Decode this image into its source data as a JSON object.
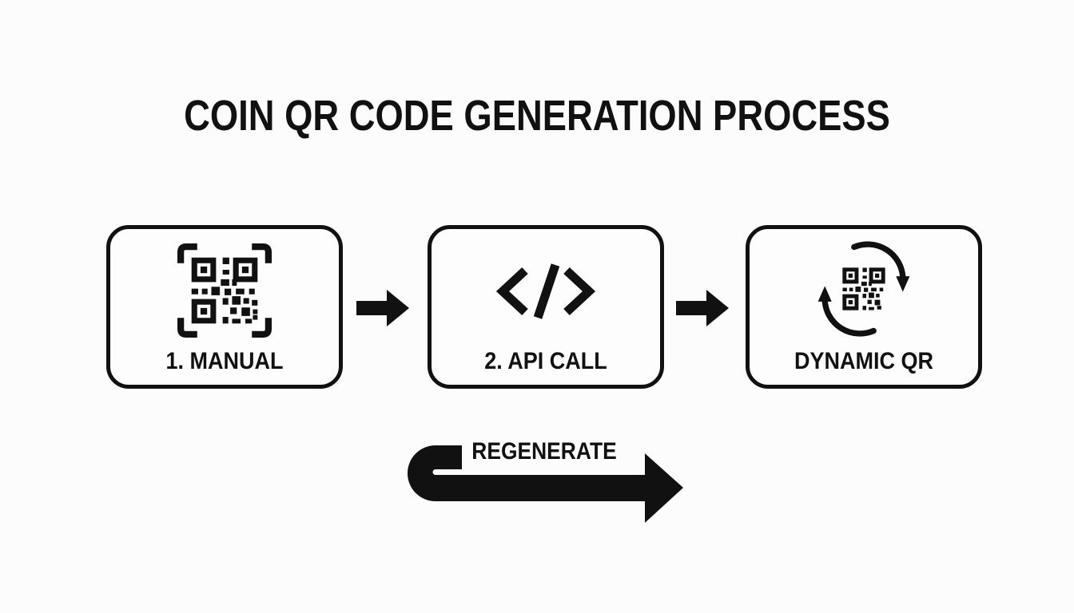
{
  "title": "COIN QR CODE GENERATION PROCESS",
  "steps": [
    {
      "label": "1. MANUAL",
      "icon": "qr-code-frame-icon"
    },
    {
      "label": "2. API CALL",
      "icon": "code-brackets-icon"
    },
    {
      "label": "DYNAMIC QR",
      "icon": "qr-refresh-icon"
    }
  ],
  "connectors": {
    "arrow_1": "right-arrow",
    "arrow_2": "right-arrow"
  },
  "loop_arrow": {
    "label": "REGENERATE",
    "direction": "hook-left-to-right"
  },
  "colors": {
    "background": "#fcfcfc",
    "ink": "#111111"
  }
}
